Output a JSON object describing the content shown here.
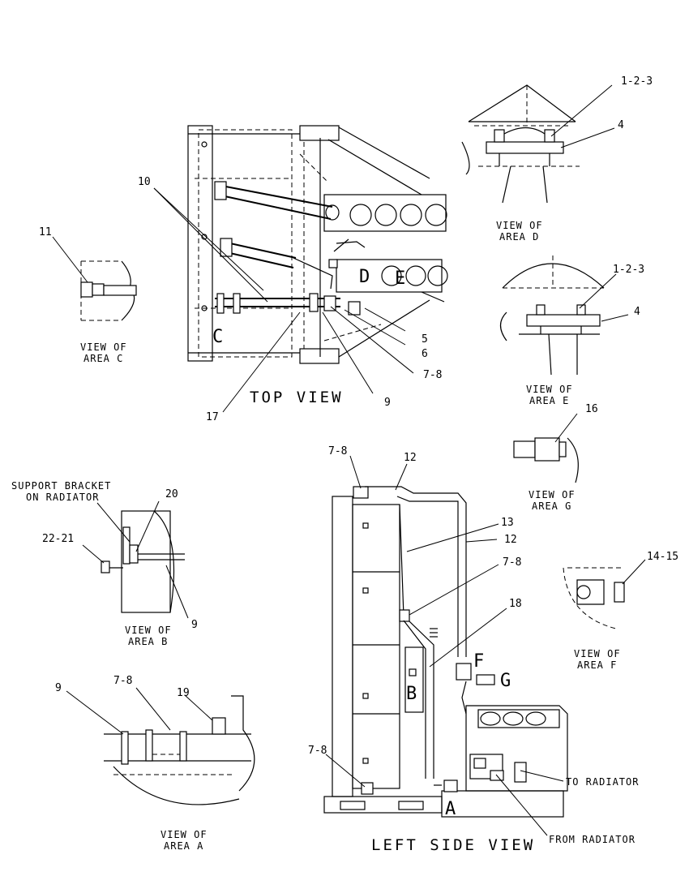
{
  "views": {
    "top": "TOP VIEW",
    "left_side": "LEFT SIDE VIEW",
    "area_a": [
      "VIEW OF",
      "AREA A"
    ],
    "area_b": [
      "VIEW OF",
      "AREA B"
    ],
    "area_c": [
      "VIEW OF",
      "AREA C"
    ],
    "area_d": [
      "VIEW OF",
      "AREA D"
    ],
    "area_e": [
      "VIEW OF",
      "AREA E"
    ],
    "area_f": [
      "VIEW OF",
      "AREA F"
    ],
    "area_g": [
      "VIEW OF",
      "AREA G"
    ]
  },
  "area_letters": {
    "a": "A",
    "b": "B",
    "c": "C",
    "d": "D",
    "e": "E",
    "f": "F",
    "g": "G"
  },
  "callouts": {
    "c_10": "10",
    "c_11": "11",
    "c_5": "5",
    "c_6": "6",
    "c_7_8_top": "7-8",
    "c_9_top": "9",
    "c_17": "17",
    "c_1_2_3_d": "1-2-3",
    "c_4_d": "4",
    "c_1_2_3_e": "1-2-3",
    "c_4_e": "4",
    "c_16": "16",
    "c_7_8_side_top": "7-8",
    "c_12_top": "12",
    "c_13": "13",
    "c_12_mid": "12",
    "c_7_8_side_mid": "7-8",
    "c_18": "18",
    "c_7_8_side_bottom": "7-8",
    "c_14_15": "14-15",
    "c_20": "20",
    "c_22_21": "22-21",
    "c_9_b": "9",
    "c_9_a": "9",
    "c_7_8_a": "7-8",
    "c_19": "19"
  },
  "notes": {
    "support_bracket": [
      "SUPPORT BRACKET",
      "ON RADIATOR"
    ],
    "to_radiator": "TO RADIATOR",
    "from_radiator": "FROM RADIATOR"
  }
}
